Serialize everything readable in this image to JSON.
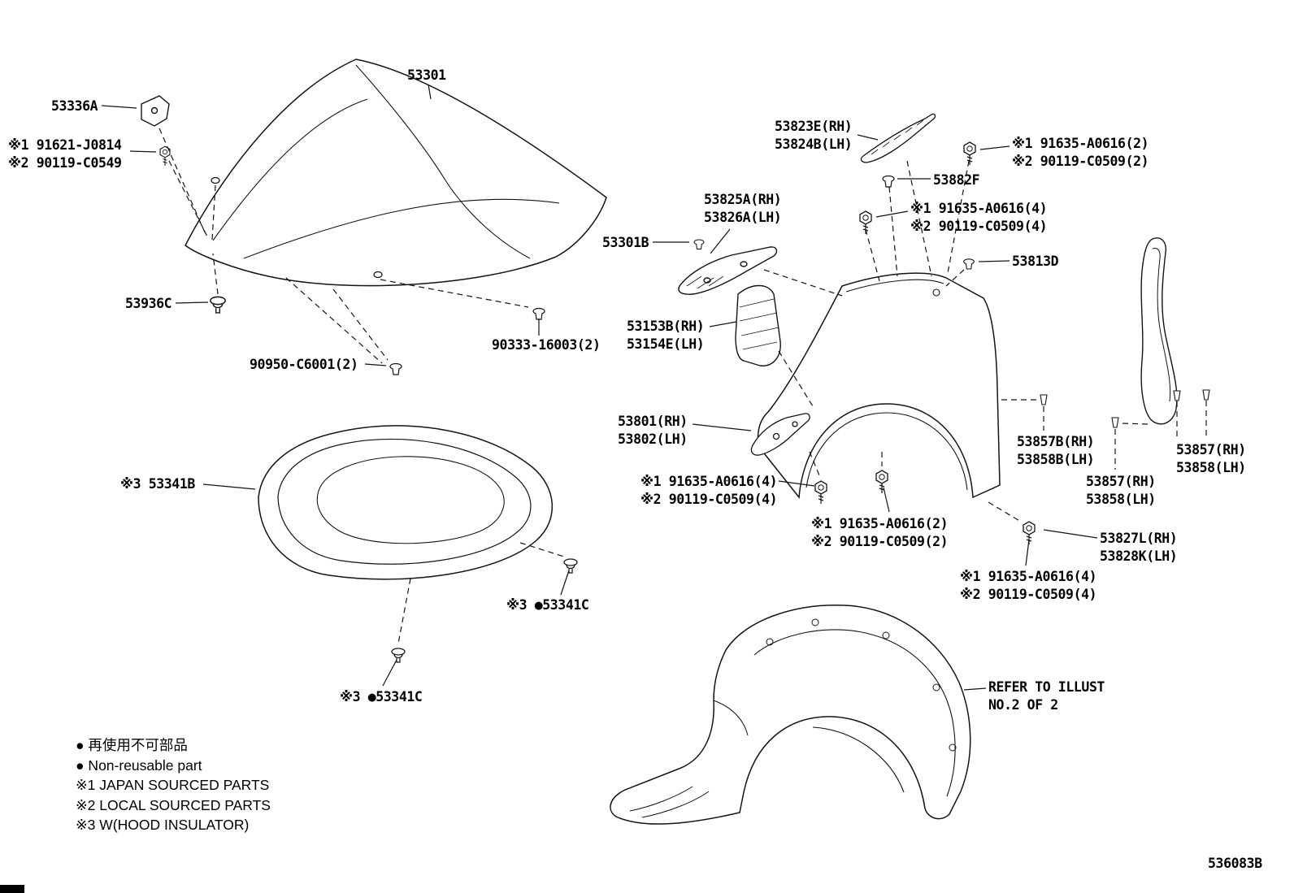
{
  "drawing_number": "536083B",
  "labels": {
    "hood": "53301",
    "hinge_bracket": "53336A",
    "hinge_note1": "※1 91621-J0814",
    "hinge_note2": "※2 90119-C0549",
    "hood_clip": "53936C",
    "clip_90950": "90950-C6001(2)",
    "clip_90333": "90333-16003(2)",
    "hood_seal_clip": "53301B",
    "support_rh": "53825A(RH)",
    "support_lh": "53826A(LH)",
    "cowl_side_rh": "53823E(RH)",
    "cowl_side_lh": "53824B(LH)",
    "clip_53882F": "53882F",
    "bolt_a1": "※1 91635-A0616(2)",
    "bolt_a2": "※2 90119-C0509(2)",
    "bolt_b1": "※1 91635-A0616(4)",
    "bolt_b2": "※2 90119-C0509(4)",
    "clip_53813D": "53813D",
    "shield_rh": "53153B(RH)",
    "shield_lh": "53154E(LH)",
    "fender_rh": "53801(RH)",
    "fender_lh": "53802(LH)",
    "bolt_c1": "※1 91635-A0616(4)",
    "bolt_c2": "※2 90119-C0509(4)",
    "bolt_d1": "※1 91635-A0616(2)",
    "bolt_d2": "※2 90119-C0509(2)",
    "retainer_b_rh": "53857B(RH)",
    "retainer_b_lh": "53858B(LH)",
    "retainer_far_rh": "53857(RH)",
    "retainer_far_lh": "53858(LH)",
    "retainer_mid_rh": "53857(RH)",
    "retainer_mid_lh": "53858(LH)",
    "pad_rh": "53827L(RH)",
    "pad_lh": "53828K(LH)",
    "bolt_e1": "※1 91635-A0616(4)",
    "bolt_e2": "※2 90119-C0509(4)",
    "insulator": "※3 53341B",
    "insulator_clip_a": "※3 ●53341C",
    "insulator_clip_b": "※3 ●53341C",
    "refer1": "REFER TO ILLUST",
    "refer2": "NO.2 OF 2"
  },
  "legend": [
    "● 再使用不可部品",
    "● Non-reusable part",
    "※1 JAPAN SOURCED PARTS",
    "※2 LOCAL SOURCED PARTS",
    "※3 W(HOOD INSULATOR)"
  ]
}
